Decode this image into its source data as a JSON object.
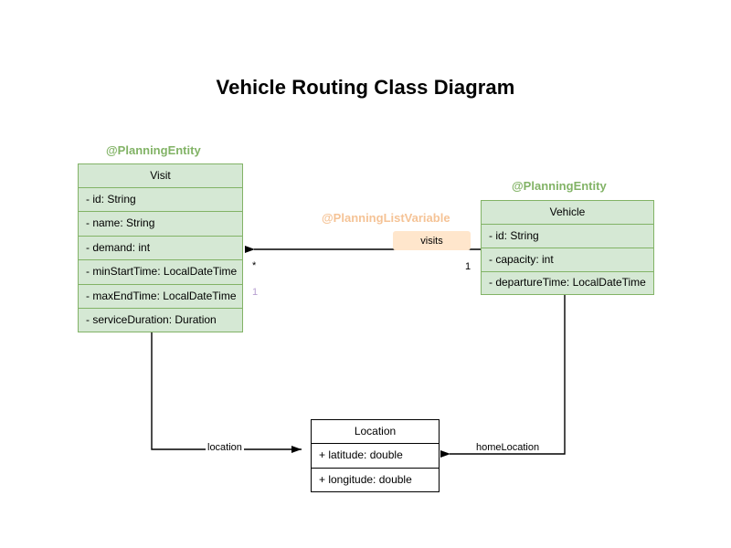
{
  "title": "Vehicle Routing Class Diagram",
  "classes": {
    "visit": {
      "stereotype": "@PlanningEntity",
      "name": "Visit",
      "attributes": [
        "- id: String",
        "- name: String",
        "- demand: int",
        "- minStartTime: LocalDateTime",
        "- maxEndTime: LocalDateTime",
        "- serviceDuration: Duration"
      ]
    },
    "vehicle": {
      "stereotype": "@PlanningEntity",
      "name": "Vehicle",
      "attributes": [
        "- id: String",
        "- capacity: int",
        "- departureTime: LocalDateTime"
      ]
    },
    "location": {
      "name": "Location",
      "attributes": [
        "+ latitude: double",
        "+ longitude: double"
      ]
    }
  },
  "relations": {
    "visits": {
      "annotation": "@PlanningListVariable",
      "role": "visits",
      "source_multiplicity": "1",
      "target_multiplicity": "*",
      "target_multiplicity_alt": "1"
    },
    "visit_location": {
      "role": "location"
    },
    "vehicle_location": {
      "role": "homeLocation"
    }
  },
  "colors": {
    "entity_fill": "#d5e8d4",
    "entity_stroke": "#82b366",
    "role_fill": "#ffe6cc",
    "annotation_green": "#82b366",
    "annotation_peach": "#f5c396",
    "multiplicity_lavender": "#b79fd0",
    "line": "#000000"
  }
}
